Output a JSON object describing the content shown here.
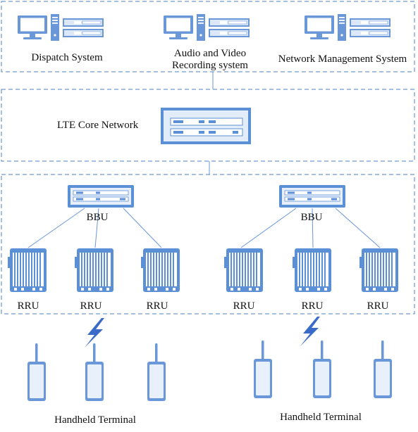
{
  "top_tier": {
    "dispatch_label": "Dispatch System",
    "recording_label_line1": "Audio and Video",
    "recording_label_line2": "Recording system",
    "nms_label": "Network Management System"
  },
  "core_tier": {
    "core_label": "LTE Core Network"
  },
  "access_tier": {
    "left_bbu_label": "BBU",
    "right_bbu_label": "BBU",
    "rru_labels": [
      "RRU",
      "RRU",
      "RRU",
      "RRU",
      "RRU",
      "RRU"
    ]
  },
  "terminals": {
    "left_label": "Handheld Terminal",
    "right_label": "Handheld Terminal"
  },
  "colors": {
    "accent": "#5b8fd6",
    "light_fill": "#dde9f9",
    "border_dash": "#4f7fc2",
    "lightning": "#3a6bc9"
  },
  "icons": [
    "computer-icon",
    "server-icon",
    "bbu-icon",
    "rru-icon",
    "lightning-icon",
    "handheld-terminal-icon"
  ]
}
